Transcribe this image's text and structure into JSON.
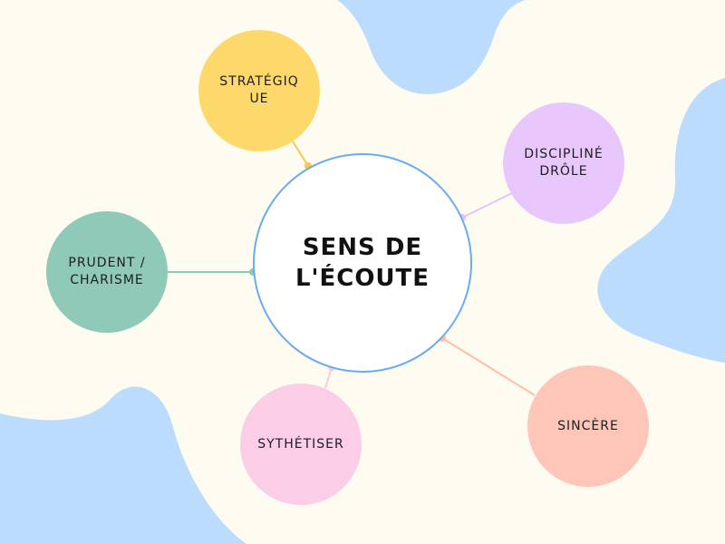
{
  "colors": {
    "background": "#fefbf1",
    "blob": "#bbdcfd",
    "center_border": "#6aaaf0",
    "center_fill": "#ffffff"
  },
  "center": {
    "label": "SENS DE\nL'ÉCOUTE"
  },
  "nodes": [
    {
      "label": "STRATÉGIQ\nUE",
      "color": "#fdd96b",
      "connector_color": "#f3c94e"
    },
    {
      "label": "DISCIPLINÉ\nDRÔLE",
      "color": "#e8c7fd",
      "connector_color": "#e2c6fb"
    },
    {
      "label": "PRUDENT /\nCHARISME",
      "color": "#8ecab7",
      "connector_color": "#8dcab6"
    },
    {
      "label": "SYTHÉTISER",
      "color": "#fbcde6",
      "connector_color": "#f6c9e2"
    },
    {
      "label": "SINCÈRE",
      "color": "#fdc6b8",
      "connector_color": "#fbbfae"
    }
  ]
}
